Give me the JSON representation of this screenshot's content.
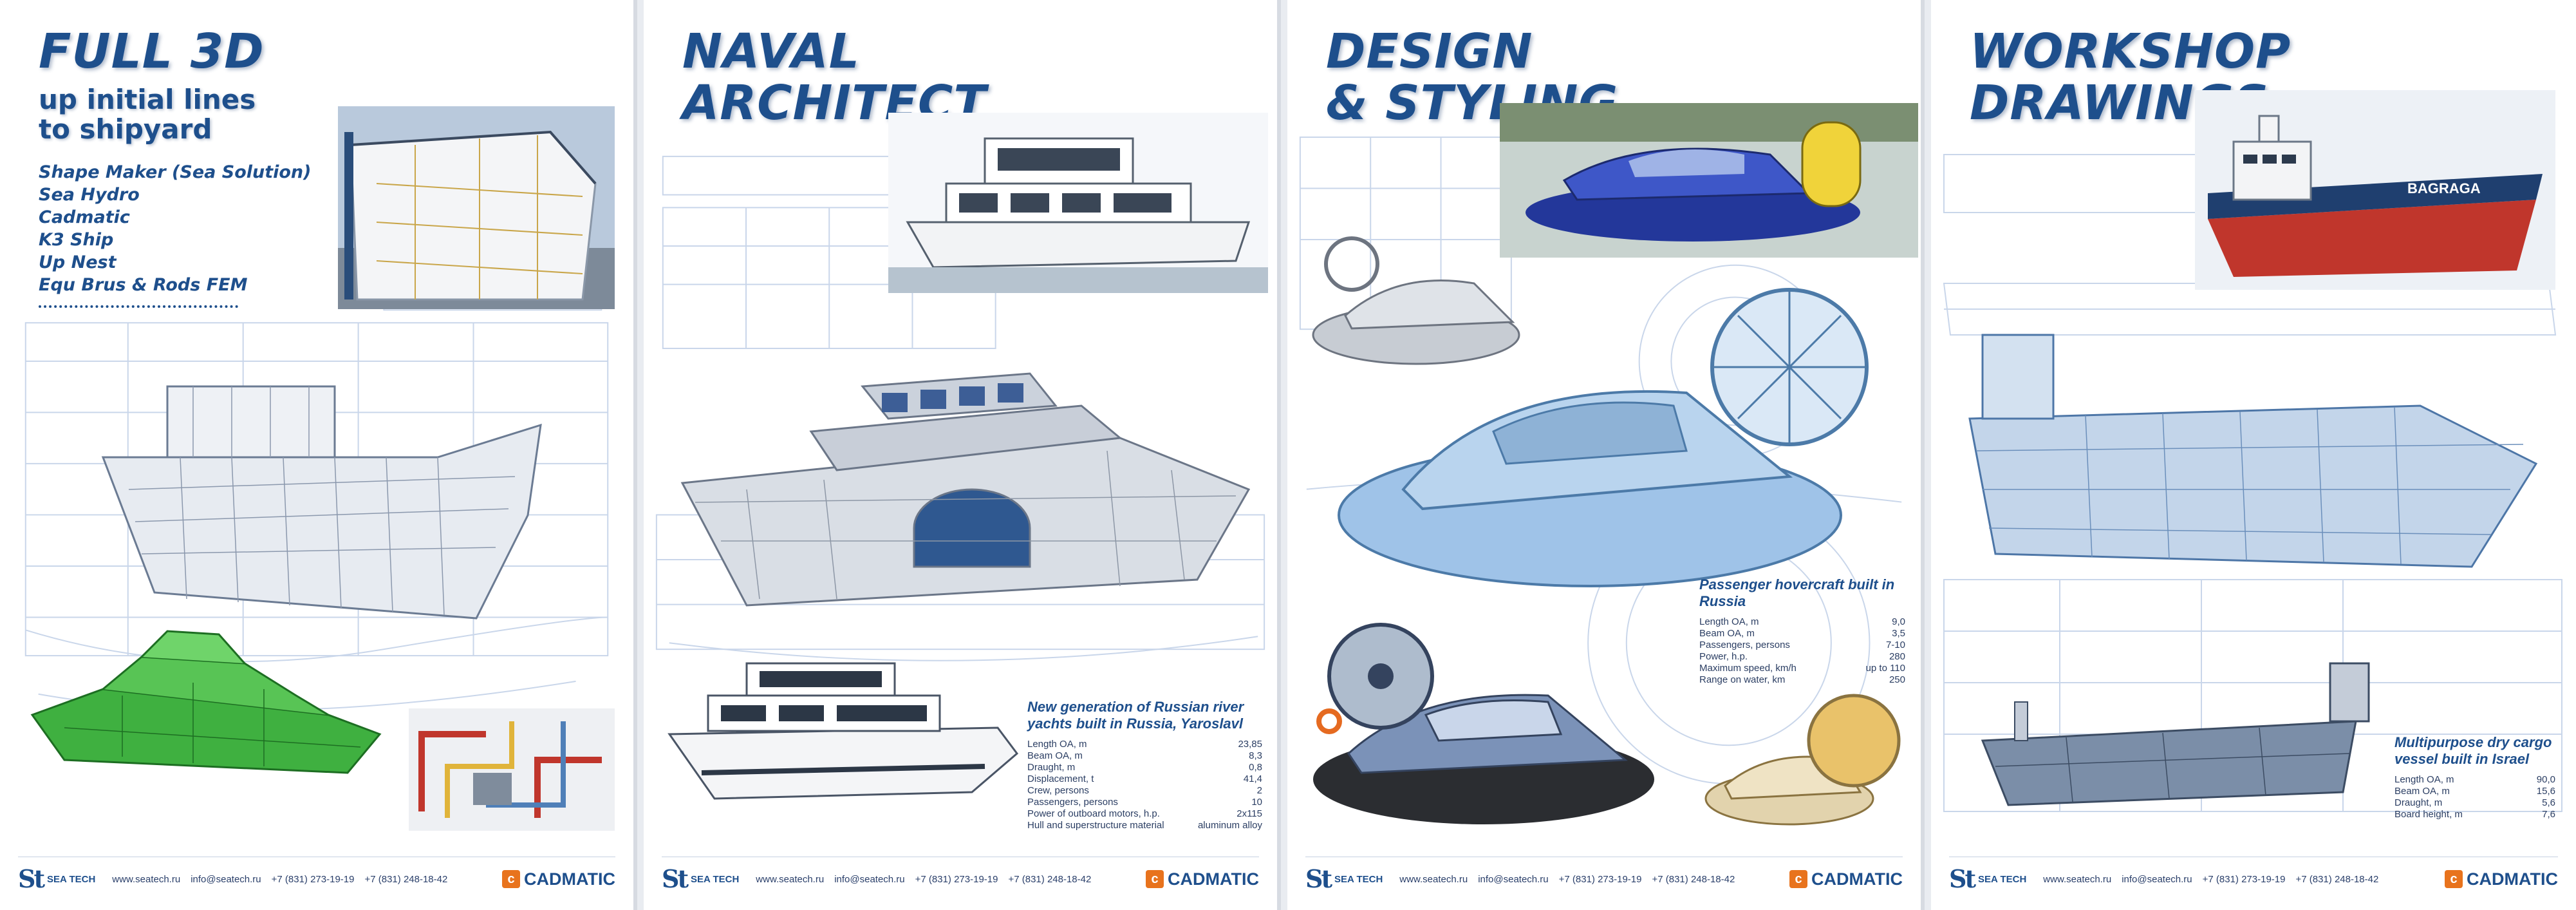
{
  "colors": {
    "title_blue": "#1e4f8c",
    "cad_orange": "#e8731d",
    "hull_red": "#c0362c",
    "yacht_green": "#3fb040"
  },
  "footer": {
    "brand": "SEA TECH",
    "website": "www.seatech.ru",
    "email": "info@seatech.ru",
    "phone1": "+7 (831) 273-19-19",
    "phone2": "+7 (831) 248-18-42",
    "partner": "CADMATIC"
  },
  "panels": [
    {
      "title_lines": [
        "FULL 3D"
      ],
      "subtitle_lines": [
        "up initial lines",
        "to shipyard"
      ],
      "software": [
        "Shape Maker (Sea Solution)",
        "Sea Hydro",
        "Cadmatic",
        "K3 Ship",
        "Up Nest",
        "Equ Brus & Rods FEM"
      ]
    },
    {
      "title_lines": [
        "NAVAL",
        "ARCHITECT"
      ],
      "spec_title": "New generation of Russian river yachts built in Russia, Yaroslavl",
      "specs": [
        {
          "label": "Length OA, m",
          "value": "23,85"
        },
        {
          "label": "Beam OA, m",
          "value": "8,3"
        },
        {
          "label": "Draught, m",
          "value": "0,8"
        },
        {
          "label": "Displacement, t",
          "value": "41,4"
        },
        {
          "label": "Crew, persons",
          "value": "2"
        },
        {
          "label": "Passengers, persons",
          "value": "10"
        },
        {
          "label": "Power of outboard motors, h.p.",
          "value": "2x115"
        },
        {
          "label": "Hull and superstructure material",
          "value": "aluminum alloy"
        }
      ]
    },
    {
      "title_lines": [
        "DESIGN",
        "& STYLING"
      ],
      "spec_title": "Passenger hovercraft built in Russia",
      "specs": [
        {
          "label": "Length OA, m",
          "value": "9,0"
        },
        {
          "label": "Beam OA, m",
          "value": "3,5"
        },
        {
          "label": "Passengers, persons",
          "value": "7-10"
        },
        {
          "label": "Power, h.p.",
          "value": "280"
        },
        {
          "label": "Maximum speed, km/h",
          "value": "up to 110"
        },
        {
          "label": "Range on water, km",
          "value": "250"
        }
      ]
    },
    {
      "title_lines": [
        "WORKSHOP",
        "DRAWINGS"
      ],
      "ship_name": "BAGRAGA",
      "spec_title": "Multipurpose dry cargo vessel built in Israel",
      "specs": [
        {
          "label": "Length OA, m",
          "value": "90,0"
        },
        {
          "label": "Beam OA, m",
          "value": "15,6"
        },
        {
          "label": "Draught, m",
          "value": "5,6"
        },
        {
          "label": "Board height, m",
          "value": "7,6"
        }
      ]
    }
  ]
}
